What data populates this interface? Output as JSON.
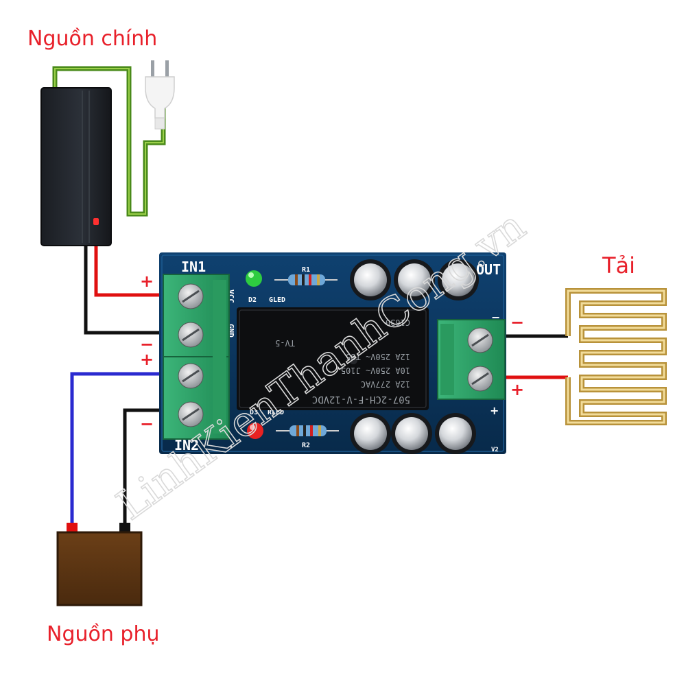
{
  "labels": {
    "main_source": "Nguồn chính",
    "backup_source": "Nguồn phụ",
    "load": "Tải"
  },
  "board": {
    "in1": "IN1",
    "in2": "IN2",
    "out": "OUT",
    "vcc": "VCC",
    "gnd": "GND",
    "d2": "D2",
    "gled": "GLED",
    "d3": "D3",
    "rled": "RLED",
    "r1": "R1",
    "r2": "R2",
    "v2": "V2"
  },
  "relay": {
    "line1": "507-2CH-F-V-12VDC",
    "line2": "12A 277VAC",
    "line3": "10A 250V~ J105",
    "line4": "12A 250V~ T85",
    "line5": "TV-5",
    "line6": "C1630"
  },
  "signs": {
    "plus": "+",
    "minus": "−"
  },
  "watermark": "LinhKienThanhCong.vn",
  "colors": {
    "label_red": "#e8202a",
    "board_blue": "#0d3b63",
    "terminal_green": "#2fa46a",
    "wire_red": "#e01010",
    "wire_black": "#111111",
    "wire_blue": "#2a2ad0",
    "wire_green": "#4a8a1a",
    "heater_gold": "#c9a84a",
    "battery_brown": "#5a3412"
  }
}
